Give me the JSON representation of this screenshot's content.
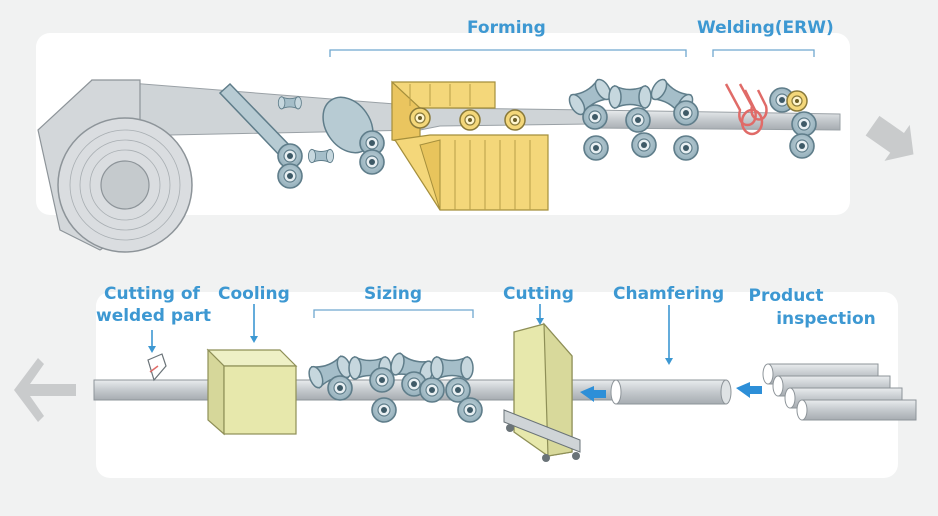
{
  "top_row": {
    "forming_label": "Forming",
    "welding_label": "Welding(ERW)"
  },
  "bottom_row": {
    "cutting_welded_line1": "Cutting of",
    "cutting_welded_line2": "welded part",
    "cooling_label": "Cooling",
    "sizing_label": "Sizing",
    "cutting_label": "Cutting",
    "chamfering_label": "Chamfering",
    "inspection_line1": "Product",
    "inspection_line2": "inspection"
  },
  "colors": {
    "background": "#f1f2f2",
    "panel": "#ffffff",
    "label_blue": "#3d98d2",
    "coil": "#d6dadd",
    "roll_blue": "#a9c2cc",
    "former_yellow": "#f4d77a",
    "cooler_green": "#e7e8ac",
    "weld_red": "#e06b68",
    "arrow_blue": "#2d8fd8",
    "return_arrow": "#c9cbcc"
  }
}
